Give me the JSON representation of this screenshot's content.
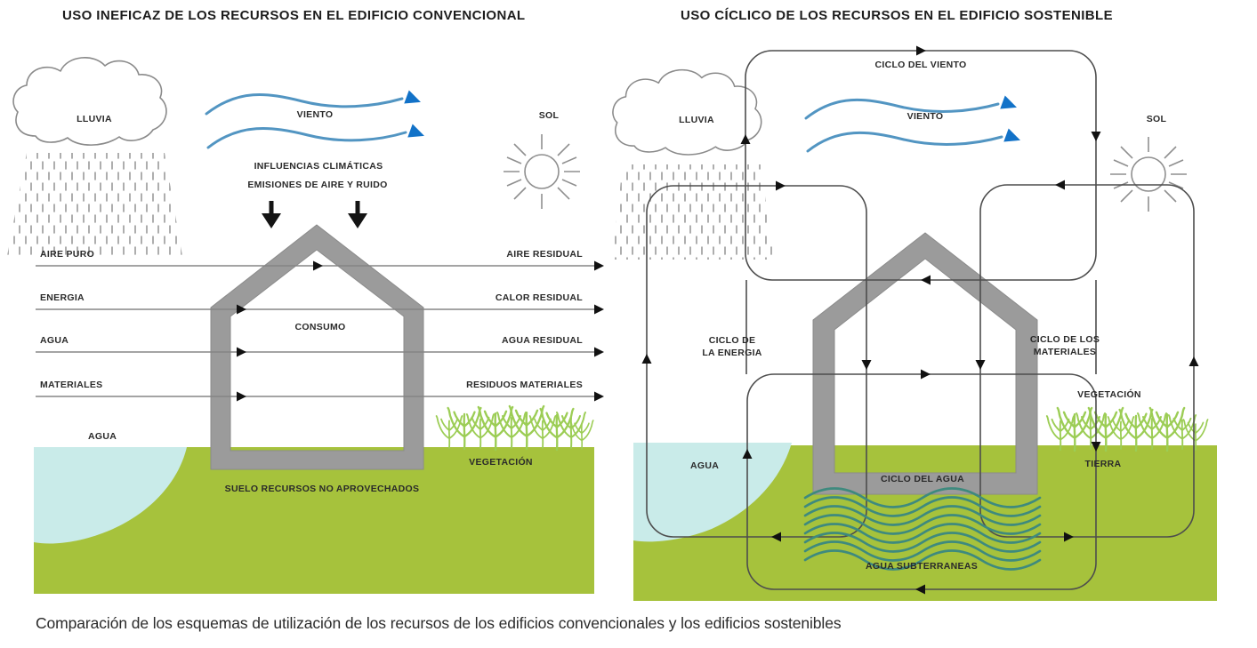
{
  "caption": "Comparación de los esquemas de utilización de los recursos de los edificios convencionales y los edificios sostenibles",
  "left": {
    "title": "USO INEFICAZ DE LOS RECURSOS EN EL EDIFICIO CONVENCIONAL",
    "cloud_label": "LLUVIA",
    "wind_label": "VIENTO",
    "climate_line1": "INFLUENCIAS CLIMÁTICAS",
    "climate_line2": "EMISIONES DE AIRE Y RUIDO",
    "sun_label": "SOL",
    "house_label": "CONSUMO",
    "flows": [
      {
        "in": "AIRE PURO",
        "out": "AIRE RESIDUAL"
      },
      {
        "in": "ENERGIA",
        "out": "CALOR RESIDUAL"
      },
      {
        "in": "AGUA",
        "out": "AGUA RESIDUAL"
      },
      {
        "in": "MATERIALES",
        "out": "RESIDUOS MATERIALES"
      }
    ],
    "water_label": "AGUA",
    "ground_label": "SUELO RECURSOS NO APROVECHADOS",
    "vegetation_label": "VEGETACIÓN"
  },
  "right": {
    "title": "USO CÍCLICO DE LOS RECURSOS EN EL EDIFICIO SOSTENIBLE",
    "cloud_label": "LLUVIA",
    "wind_label": "VIENTO",
    "sun_label": "SOL",
    "wind_cycle_label": "CICLO DEL VIENTO",
    "energy_cycle_line1": "CICLO DE",
    "energy_cycle_line2": "LA ENERGIA",
    "materials_cycle_line1": "CICLO DE LOS",
    "materials_cycle_line2": "MATERIALES",
    "vegetation_label": "VEGETACIÓN",
    "earth_label": "TIERRA",
    "water_label": "AGUA",
    "water_cycle_label": "CICLO DEL AGUA",
    "groundwater_label": "AGUA SUBTERRANEAS"
  },
  "colors": {
    "ground": "#a6c23c",
    "water": "#c9ebe9",
    "house": "#9b9b9b",
    "wind_stroke": "#5295c2",
    "wind_arrow": "#1272c8",
    "wave": "#3e8a7e",
    "vegetation": "#9ccd55",
    "line": "#4d4d4d",
    "flow_line": "#858585"
  }
}
